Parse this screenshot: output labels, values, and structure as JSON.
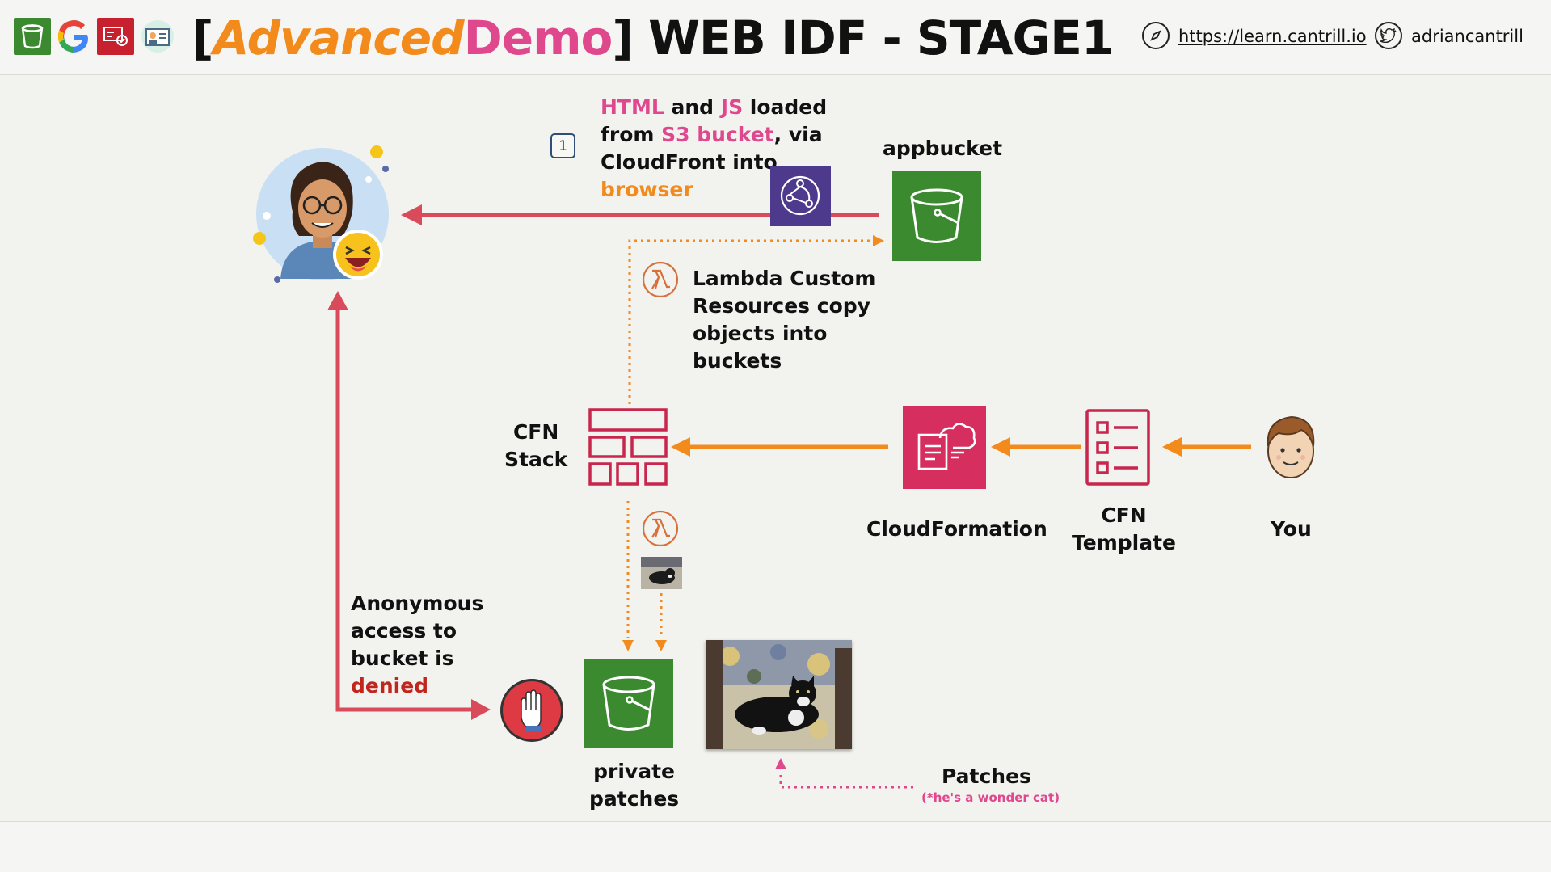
{
  "header": {
    "title_prefix": "[",
    "title_advanced": "Advanced",
    "title_demo": "Demo",
    "title_rest": "] WEB IDF - STAGE1",
    "website": "https://learn.cantrill.io",
    "twitter": "adriancantrill",
    "icons": [
      "s3-bucket-icon",
      "google-icon",
      "iam-icon",
      "identity-card-icon",
      "compass-icon",
      "twitter-icon"
    ]
  },
  "diagram": {
    "step_badge": "1",
    "step1_text": {
      "html": "HTML",
      "and": " and ",
      "js": "JS",
      "loaded": " loaded",
      "from": "from ",
      "s3bucket": "S3 bucket",
      "via": ", via",
      "cloudfront_into": "CloudFront into",
      "browser": "browser"
    },
    "appbucket_label": "appbucket",
    "lambda_text": [
      "Lambda Custom",
      "Resources copy",
      "objects into",
      "buckets"
    ],
    "cfn_stack_label": [
      "CFN",
      "Stack"
    ],
    "cloudformation_label": "CloudFormation",
    "cfn_template_label": [
      "CFN",
      "Template"
    ],
    "you_label": "You",
    "anonymous_text": [
      "Anonymous",
      "access to",
      "bucket is"
    ],
    "denied": "denied",
    "private_bucket_label": [
      "private",
      "patches"
    ],
    "patches_label": "Patches",
    "patches_note": "(*he's a wonder cat)"
  },
  "colors": {
    "orange": "#f28b1c",
    "pink": "#e0488e",
    "red_arrow": "#d94a5a",
    "s3_green": "#3b8a2f",
    "cloudfront_purple": "#4d3a8c",
    "cfn_magenta": "#c8264d",
    "denied_red": "#c0261e"
  }
}
